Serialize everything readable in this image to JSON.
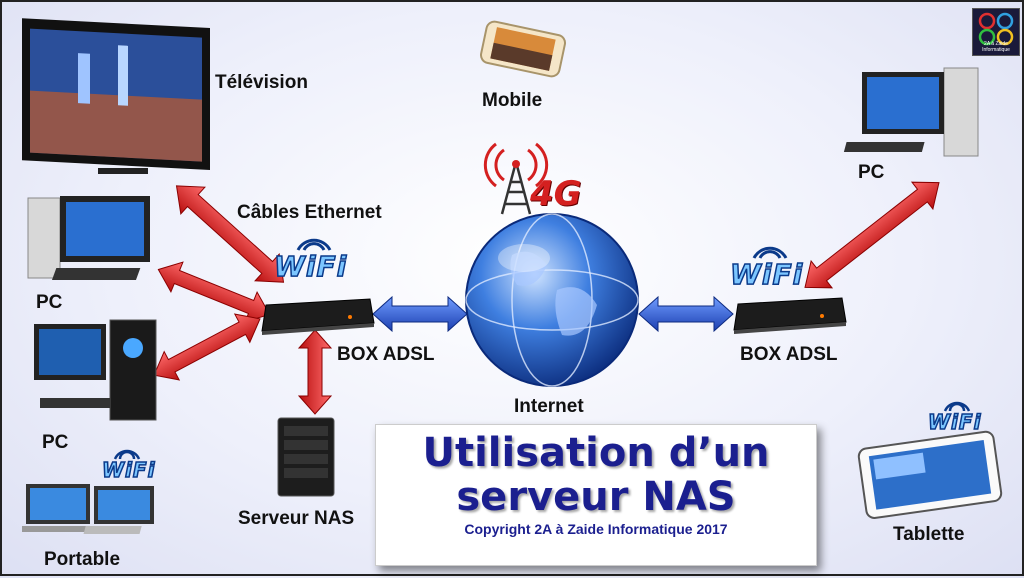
{
  "labels": {
    "television": "Télévision",
    "mobile": "Mobile",
    "cables": "Câbles Ethernet",
    "pc_left1": "PC",
    "pc_left2": "PC",
    "pc_right": "PC",
    "box_left": "BOX ADSL",
    "box_right": "BOX ADSL",
    "internet": "Internet",
    "nas": "Serveur NAS",
    "portable": "Portable",
    "tablette": "Tablette",
    "fourg": "4G"
  },
  "wifi_text": "WiFi",
  "title": {
    "line1": "Utilisation d’un",
    "line2": "serveur NAS",
    "copyright": "Copyright 2A à Zaide Informatique 2017"
  },
  "logo_text": "2A à Zaide Informatique",
  "colors": {
    "arrow_red": "#e02020",
    "arrow_blue": "#2a5fd6",
    "title_blue": "#1b1f8f",
    "fourg_red": "#d42020"
  }
}
